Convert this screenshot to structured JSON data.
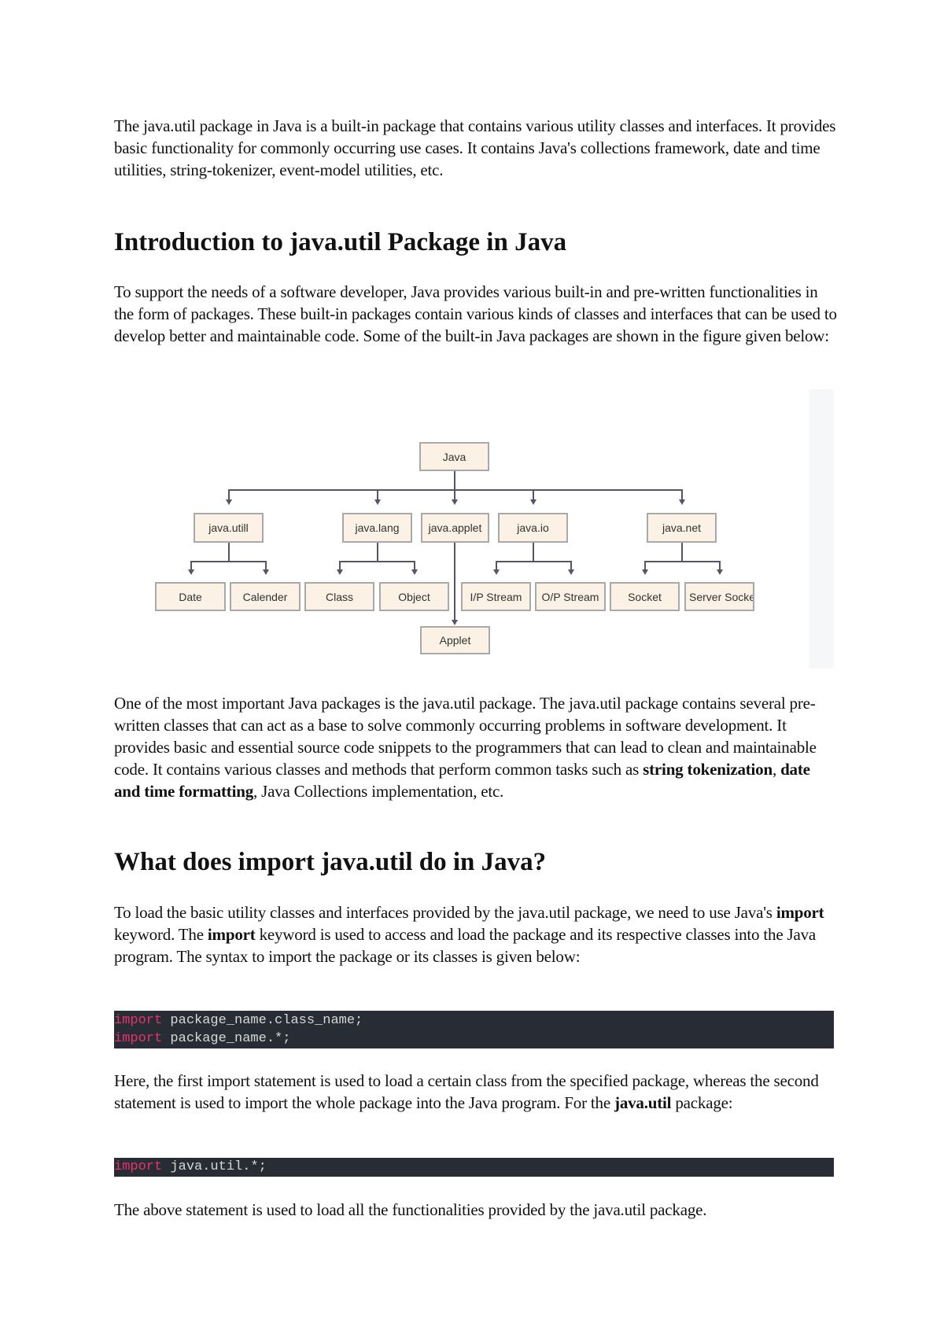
{
  "paragraphs": {
    "intro": "The java.util package in Java is a built-in package that contains various utility classes and interfaces. It provides basic functionality for commonly occurring use cases. It contains Java's collections framework, date and time utilities, string-tokenizer, event-model utilities, etc.",
    "support": "To support the needs of a software developer, Java provides various built-in and pre-written functionalities in the form of packages. These built-in packages contain various kinds of classes and interfaces that can be used to develop better and maintainable code. Some of the built-in Java packages are shown in the figure given below:",
    "important_pre": "One of the most important Java packages is the java.util package. The java.util package contains several pre-written classes that can act as a base to solve commonly occurring problems in software development. It provides basic and essential source code snippets to the programmers that can lead to clean and maintainable code. It contains various classes and methods that perform common tasks such as ",
    "important_bold1": "string tokenization",
    "important_mid": ", ",
    "important_bold2": "date and time formatting",
    "important_post": ", Java Collections implementation, etc.",
    "load_pre": "To load the basic utility classes and interfaces provided by the java.util package, we need to use Java's ",
    "load_bold1": "import",
    "load_mid": " keyword. The ",
    "load_bold2": "import",
    "load_post": " keyword is used to access and load the package and its respective classes into the Java program. The syntax to import the package or its classes is given below:",
    "here_pre": "Here, the first import statement is used to load a certain class from the specified package, whereas the second statement is used to import the whole package into the Java program. For the ",
    "here_bold": "java.util",
    "here_post": " package:",
    "final": "The above statement is used to load all the functionalities provided by the java.util package."
  },
  "headings": {
    "h1": "Introduction to java.util Package in Java",
    "h2": "What does import java.util do in Java?"
  },
  "code1": [
    {
      "kw": "import",
      "rest": " package_name.class_name;"
    },
    {
      "kw": "import",
      "rest": " package_name.*;"
    }
  ],
  "code2": [
    {
      "kw": "import",
      "rest": " java.util.*;"
    }
  ],
  "diagram": {
    "root": "Java",
    "packages": [
      "java.utill",
      "java.lang",
      "java.applet",
      "java.io",
      "java.net"
    ],
    "classes": [
      "Date",
      "Calender",
      "Class",
      "Object",
      "I/P Stream",
      "O/P Stream",
      "Socket",
      "Server Socket"
    ],
    "applet": "Applet"
  },
  "colors": {
    "code_bg": "#282c34",
    "keyword": "#e8336e",
    "node_fill": "#fbf1e4"
  }
}
